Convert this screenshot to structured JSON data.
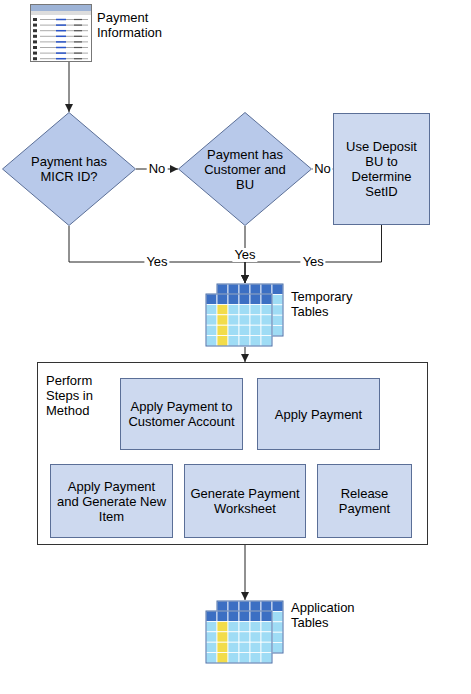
{
  "diagram": {
    "nodes": [
      {
        "text": [
          "Payment Information"
        ]
      },
      {
        "text": [
          "Payment has MICR ID?"
        ]
      },
      {
        "text": [
          "Payment has Customer and BU"
        ]
      },
      {
        "text": [
          "Use Deposit BU to Determine SetID"
        ]
      },
      {
        "text": [
          "Temporary Tables"
        ]
      },
      {
        "text": [
          "Perform Steps in Method"
        ]
      },
      {
        "text": [
          "Apply Payment to Customer Account"
        ],
        "in": 5
      },
      {
        "text": [
          "Apply Payment"
        ],
        "in": 5
      },
      {
        "text": [
          "Apply Payment and Generate New Item"
        ],
        "in": 5
      },
      {
        "text": [
          "Generate Payment Worksheet"
        ],
        "in": 5
      },
      {
        "text": [
          "Release Payment"
        ],
        "in": 5
      },
      {
        "text": [
          "Application Tables"
        ]
      }
    ],
    "edges": [
      {
        "from": 0,
        "to": 1,
        "arrow": "to"
      },
      {
        "from": 1,
        "to": 2,
        "label": "No",
        "arrow": "to"
      },
      {
        "from": 2,
        "to": 3,
        "label": "No",
        "arrow": "to"
      },
      {
        "from": 1,
        "to": 4,
        "label": "Yes",
        "arrow": "to"
      },
      {
        "from": 2,
        "to": 4,
        "label": "Yes",
        "arrow": "to"
      },
      {
        "from": 3,
        "to": 4,
        "label": "Yes",
        "arrow": "to"
      },
      {
        "from": 4,
        "to": 5,
        "arrow": "to"
      },
      {
        "from": 5,
        "to": 11,
        "arrow": "to"
      }
    ]
  }
}
